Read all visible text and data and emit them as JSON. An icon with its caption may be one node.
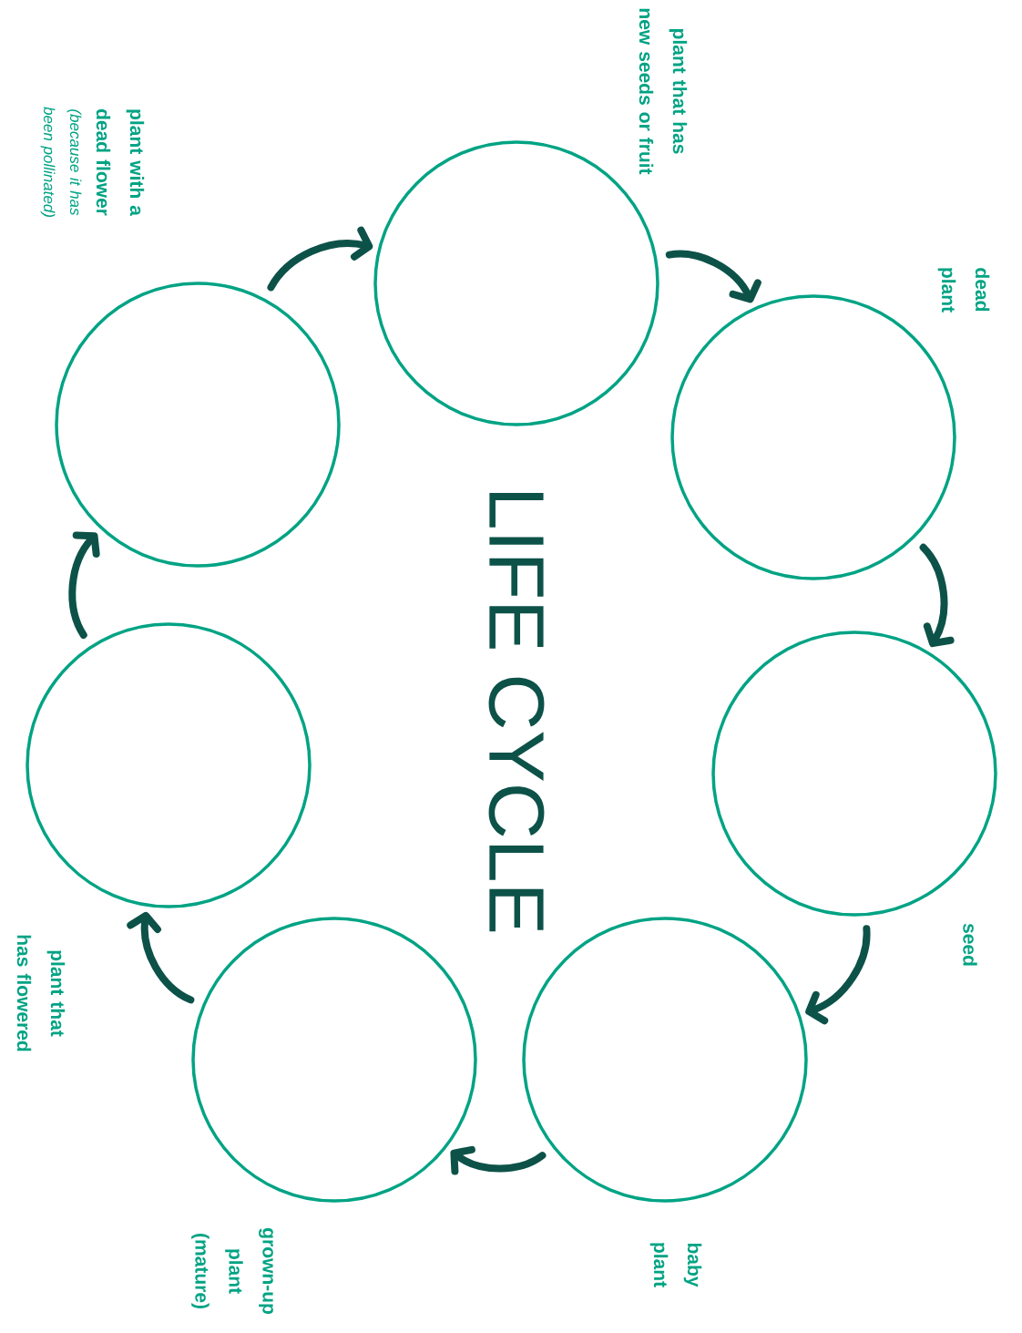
{
  "diagram": {
    "title": "LIFE CYCLE",
    "nodes": [
      {
        "text": [],
        "shape": "circle",
        "beside": [
          "seed"
        ]
      },
      {
        "text": [],
        "shape": "circle",
        "beside": [
          "baby plant"
        ]
      },
      {
        "text": [],
        "shape": "circle",
        "beside": [
          "grown-up plant (mature)"
        ]
      },
      {
        "text": [],
        "shape": "circle",
        "beside": [
          "plant that has flowered"
        ]
      },
      {
        "text": [],
        "shape": "circle",
        "beside": [
          "plant with a dead flower",
          "(because it has been pollinated)"
        ]
      },
      {
        "text": [],
        "shape": "circle",
        "beside": [
          "plant that has new seeds or fruit"
        ]
      },
      {
        "text": [],
        "shape": "circle",
        "beside": [
          "dead plant"
        ]
      }
    ],
    "edges": [
      {
        "from": 0,
        "to": 1,
        "arrow": "to"
      },
      {
        "from": 1,
        "to": 2,
        "arrow": "to"
      },
      {
        "from": 2,
        "to": 3,
        "arrow": "to"
      },
      {
        "from": 3,
        "to": 4,
        "arrow": "to"
      },
      {
        "from": 4,
        "to": 5,
        "arrow": "to"
      },
      {
        "from": 5,
        "to": 6,
        "arrow": "to"
      },
      {
        "from": 6,
        "to": 0,
        "arrow": "to"
      }
    ]
  }
}
